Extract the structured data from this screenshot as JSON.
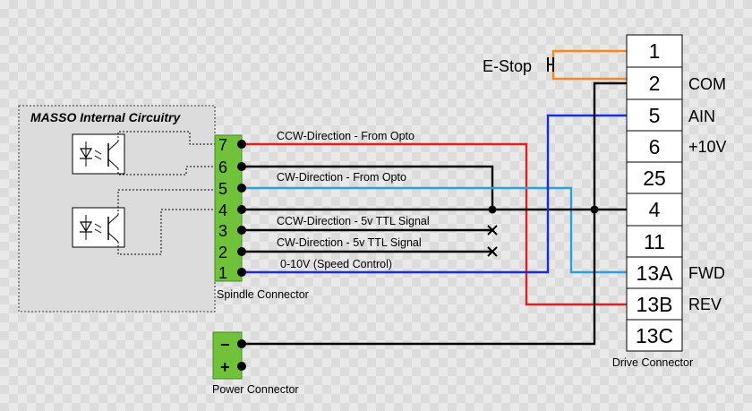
{
  "internal_box": {
    "title": "MASSO Internal Circuitry"
  },
  "spindle_connector": {
    "label": "Spindle Connector",
    "pins": [
      "7",
      "6",
      "5",
      "4",
      "3",
      "2",
      "1"
    ]
  },
  "power_connector": {
    "label": "Power Connector",
    "pins": [
      "−",
      "+"
    ]
  },
  "drive_connector": {
    "label": "Drive Connector",
    "terminals": [
      "1",
      "2",
      "5",
      "6",
      "25",
      "4",
      "11",
      "13A",
      "13B",
      "13C"
    ],
    "side_labels": {
      "t2": "COM",
      "t5": "AIN",
      "t6": "+10V",
      "t13A": "FWD",
      "t13B": "REV"
    }
  },
  "estop": {
    "label": "E-Stop"
  },
  "wires": {
    "pin7": "CCW-Direction - From Opto",
    "pin6": "CW-Direction - From Opto",
    "pin3": "CCW-Direction - 5v TTL Signal",
    "pin2": "CW-Direction - 5v TTL Signal",
    "pin1": "0-10V (Speed Control)"
  },
  "colors": {
    "red": "#e02020",
    "blue": "#1a2be0",
    "light_blue": "#2aa0dc",
    "orange": "#f08a24",
    "black": "#000000",
    "connector_green": "#6fc23a"
  }
}
